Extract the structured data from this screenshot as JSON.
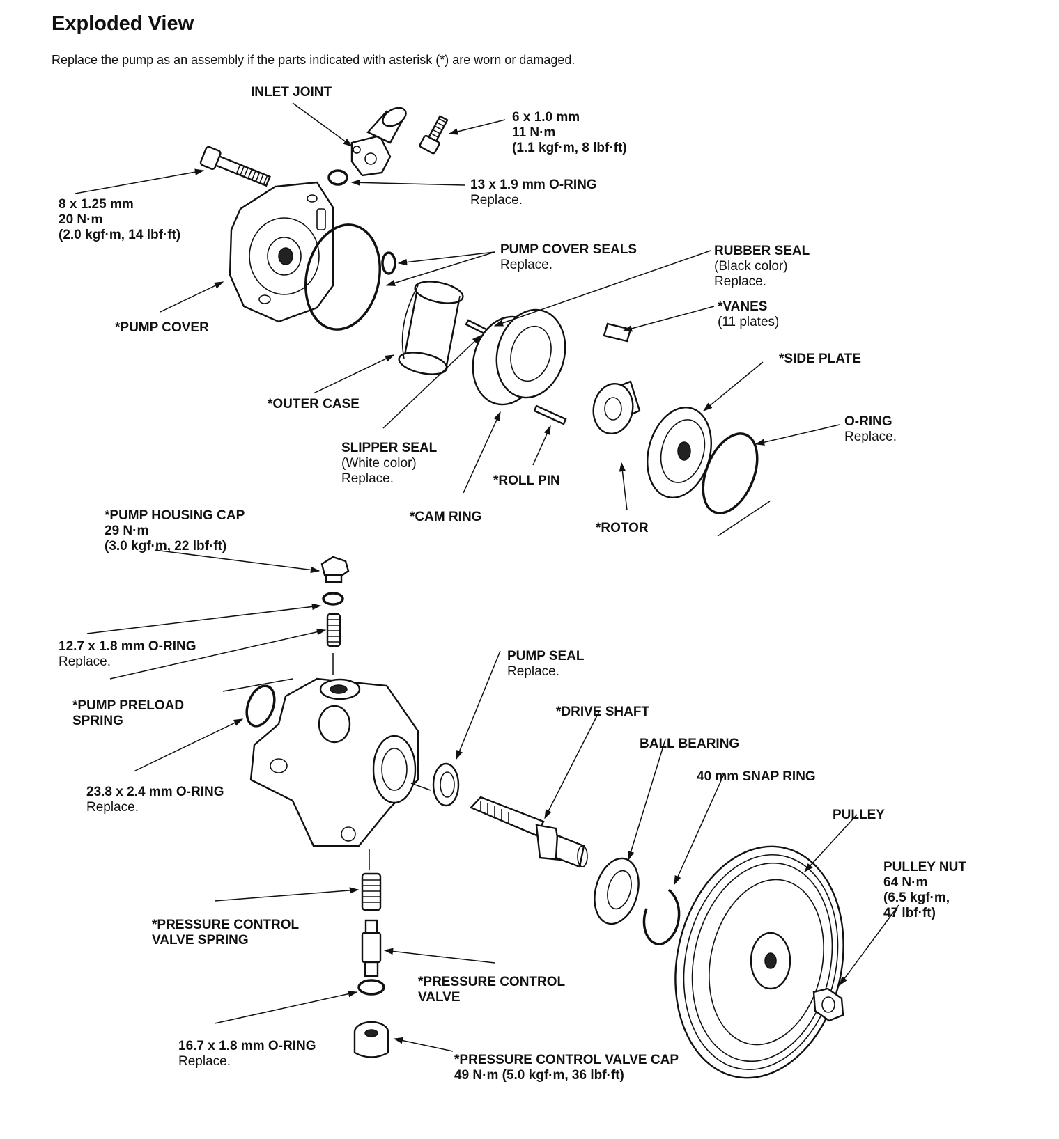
{
  "header": {
    "title": "Exploded View",
    "subtitle": "Replace the pump as an assembly if the parts indicated with asterisk (*) are worn or damaged."
  },
  "labels": {
    "inlet_joint": [
      "INLET JOINT"
    ],
    "bolt_6": [
      "6 x 1.0 mm",
      "11 N·m",
      "(1.1 kgf·m, 8 lbf·ft)"
    ],
    "bolt_8": [
      "8 x 1.25 mm",
      "20 N·m",
      "(2.0 kgf·m, 14 lbf·ft)"
    ],
    "oring_13": [
      "13 x 1.9 mm O-RING",
      "Replace."
    ],
    "pump_cover_seals": [
      "PUMP COVER SEALS",
      "Replace."
    ],
    "rubber_seal": [
      "RUBBER SEAL",
      "(Black color)",
      "Replace."
    ],
    "vanes": [
      "*VANES",
      "(11 plates)"
    ],
    "pump_cover": [
      "*PUMP COVER"
    ],
    "side_plate": [
      "*SIDE PLATE"
    ],
    "outer_case": [
      "*OUTER CASE"
    ],
    "oring_side": [
      "O-RING",
      "Replace."
    ],
    "slipper_seal": [
      "SLIPPER SEAL",
      "(White color)",
      "Replace."
    ],
    "roll_pin": [
      "*ROLL PIN"
    ],
    "pump_housing_cap": [
      "*PUMP HOUSING CAP",
      "29 N·m",
      "(3.0 kgf·m, 22 lbf·ft)"
    ],
    "cam_ring": [
      "*CAM RING"
    ],
    "rotor": [
      "*ROTOR"
    ],
    "oring_127": [
      "12.7 x 1.8 mm O-RING",
      "Replace."
    ],
    "pump_seal": [
      "PUMP SEAL",
      "Replace."
    ],
    "preload_spring": [
      "*PUMP PRELOAD",
      "SPRING"
    ],
    "drive_shaft": [
      "*DRIVE SHAFT"
    ],
    "ball_bearing": [
      "BALL BEARING"
    ],
    "oring_238": [
      "23.8 x 2.4 mm O-RING",
      "Replace."
    ],
    "snap_ring": [
      "40 mm SNAP RING"
    ],
    "pulley": [
      "PULLEY"
    ],
    "pulley_nut": [
      "PULLEY NUT",
      "64 N·m",
      "(6.5 kgf·m,",
      "47 lbf·ft)"
    ],
    "pcv_spring": [
      "*PRESSURE CONTROL",
      "VALVE SPRING"
    ],
    "pcv": [
      "*PRESSURE CONTROL",
      "VALVE"
    ],
    "oring_167": [
      "16.7 x 1.8 mm O-RING",
      "Replace."
    ],
    "pcv_cap": [
      "*PRESSURE CONTROL VALVE CAP",
      "49 N·m (5.0 kgf·m, 36 lbf·ft)"
    ]
  }
}
